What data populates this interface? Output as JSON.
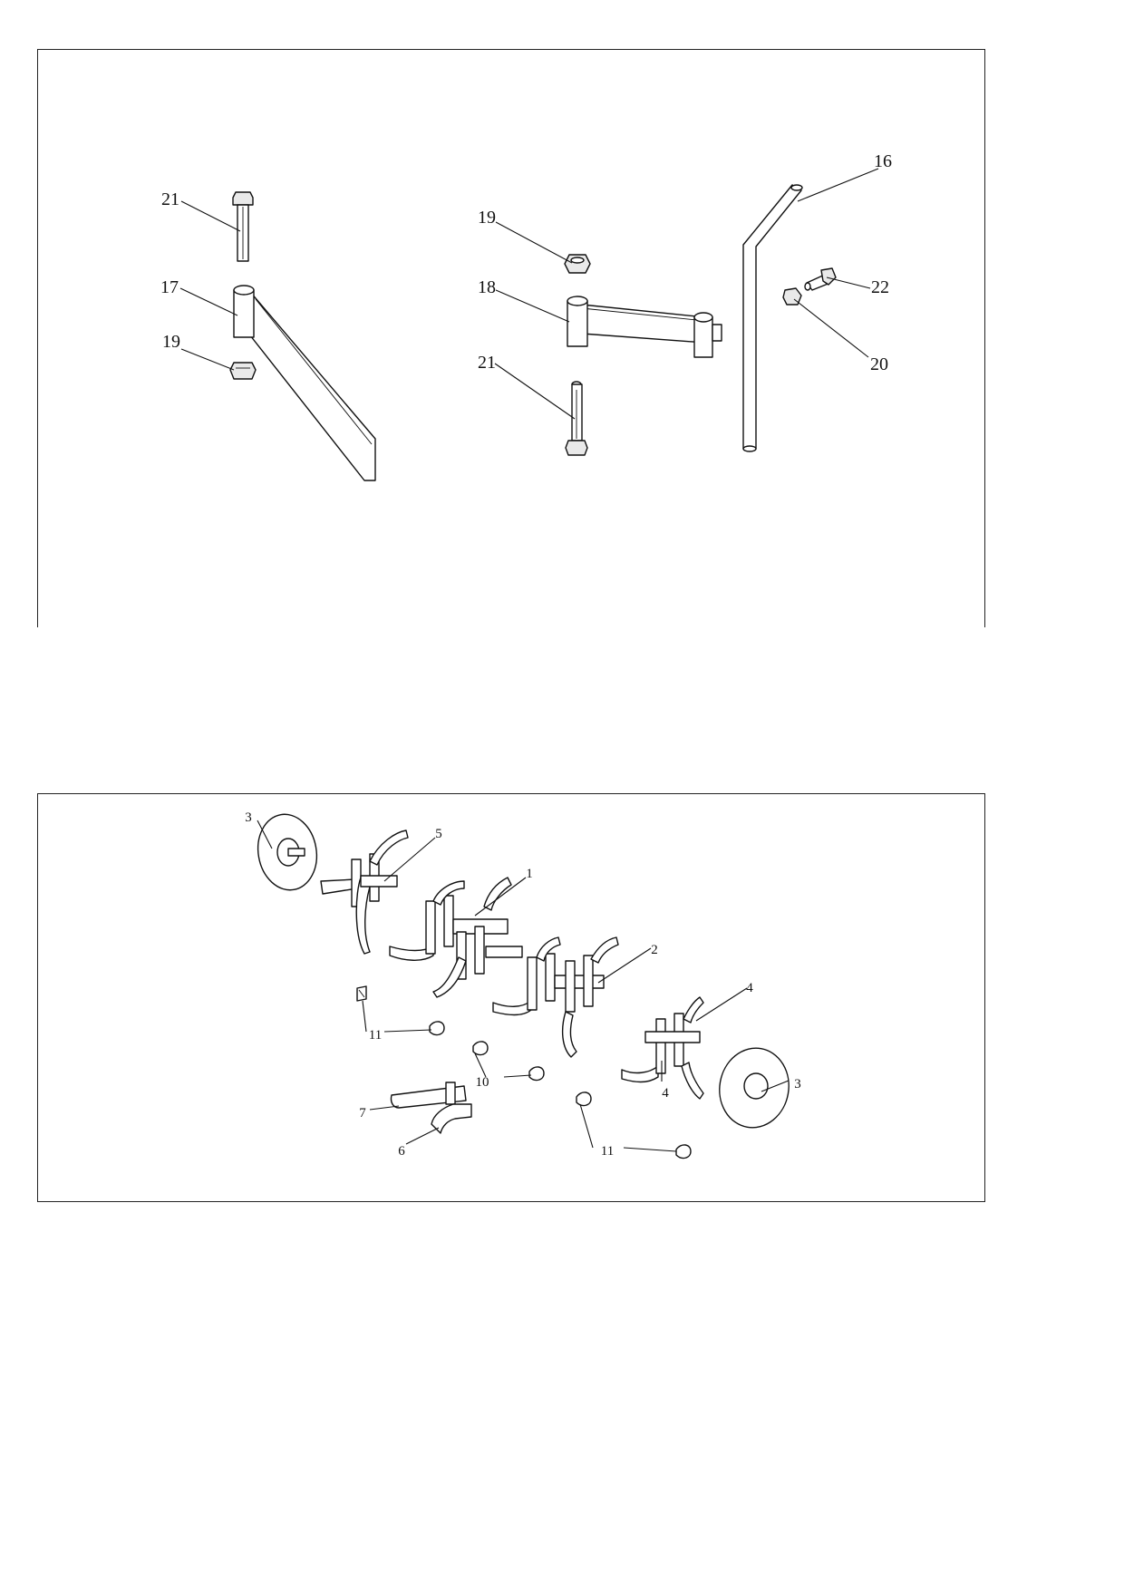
{
  "top_diagram": {
    "callouts": {
      "c16": "16",
      "c21_left": "21",
      "c17": "17",
      "c19_left": "19",
      "c19_right": "19",
      "c18": "18",
      "c21_right": "21",
      "c22": "22",
      "c20": "20"
    }
  },
  "bottom_diagram": {
    "callouts": {
      "c3_left": "3",
      "c5": "5",
      "c1": "1",
      "c2": "2",
      "c4_top": "4",
      "c4_bottom": "4",
      "c3_right": "3",
      "c11_left": "11",
      "c10": "10",
      "c7": "7",
      "c6": "6",
      "c11_right": "11"
    }
  }
}
